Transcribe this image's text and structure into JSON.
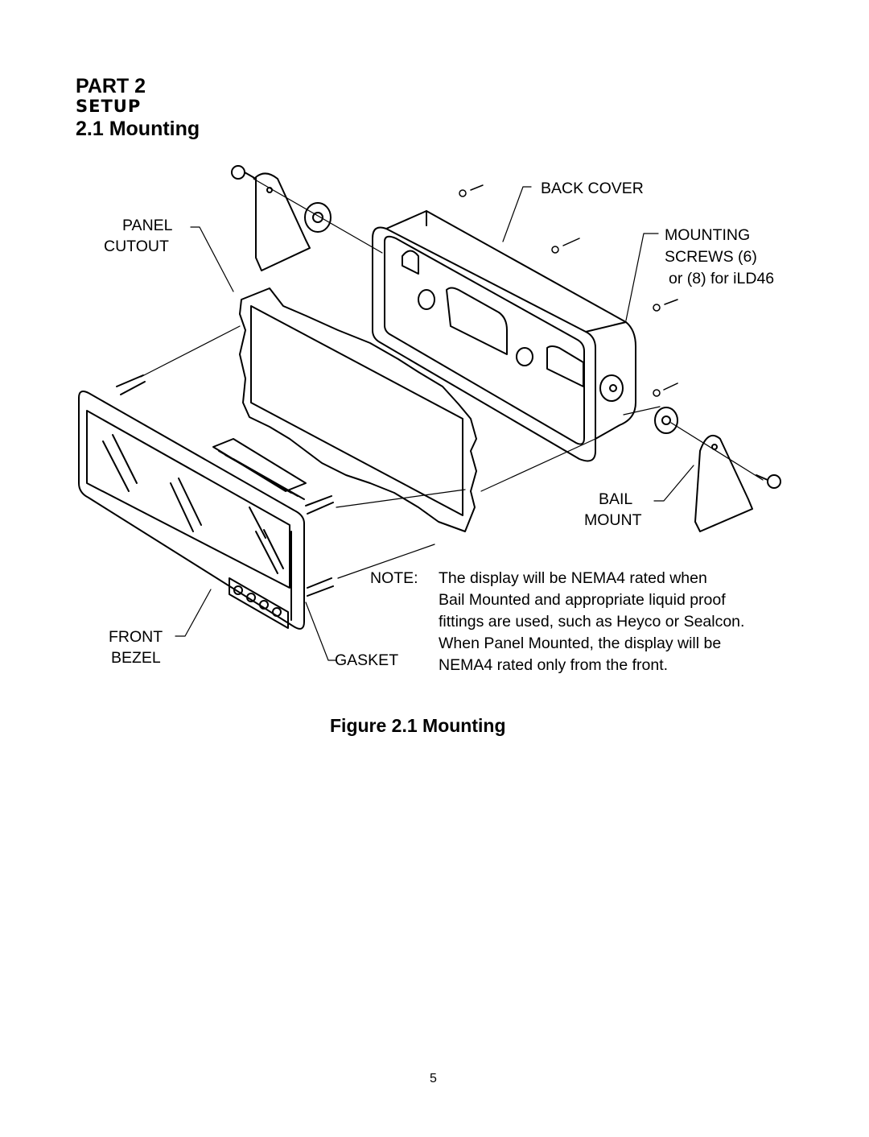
{
  "header": {
    "part": "PART 2",
    "section": "SETUP",
    "subsection": "2.1 Mounting"
  },
  "diagram": {
    "labels": {
      "back_cover": "BACK COVER",
      "panel_cutout": [
        "PANEL",
        "CUTOUT"
      ],
      "mounting_screws": [
        "MOUNTING",
        "SCREWS (6)",
        "or (8) for iLD46"
      ],
      "bail_mount": [
        "BAIL",
        "MOUNT"
      ],
      "front_bezel": [
        "FRONT",
        "BEZEL"
      ],
      "gasket": "GASKET"
    },
    "note": {
      "prefix": "NOTE:",
      "lines": [
        "The display will be NEMA4 rated when",
        "Bail Mounted and appropriate liquid proof",
        "fittings are used, such as Heyco or Sealcon.",
        "When Panel Mounted, the display will be",
        "NEMA4 rated only from the front."
      ]
    }
  },
  "figure_caption": "Figure 2.1 Mounting",
  "page_number": "5"
}
